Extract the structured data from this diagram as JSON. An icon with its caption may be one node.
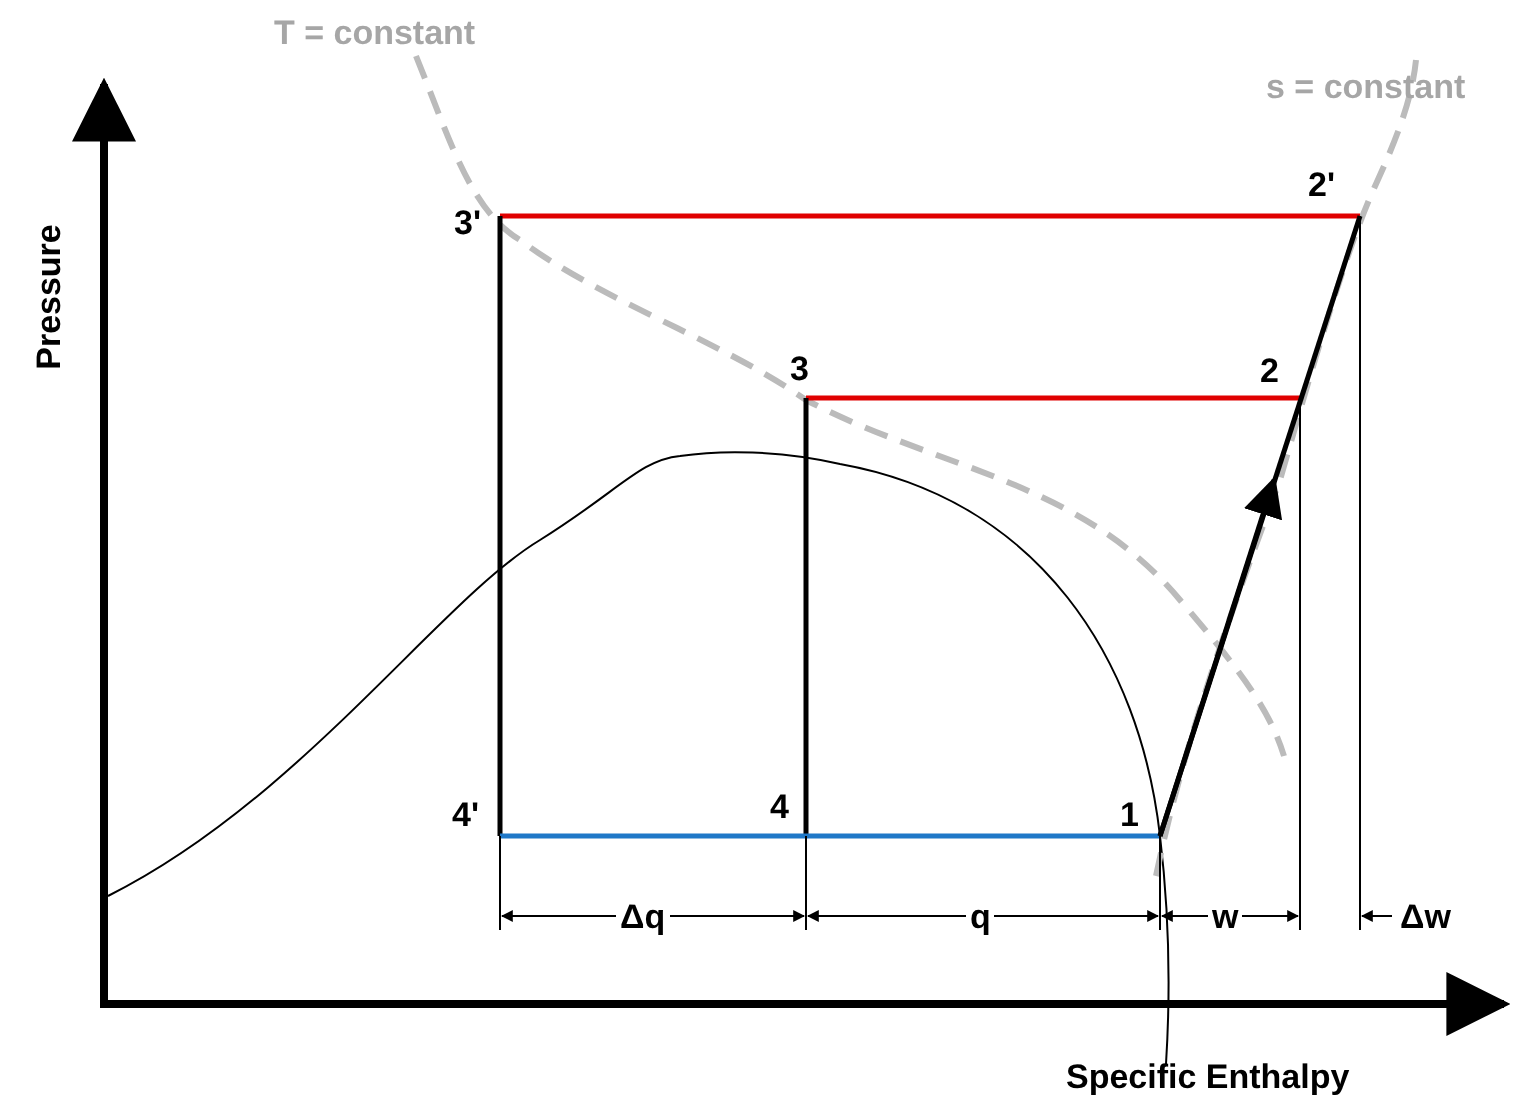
{
  "diagram": {
    "labels": [
      "T = constant",
      "s = constant",
      "3'",
      "2'",
      "Pressure",
      "3",
      "2",
      "4'",
      "4",
      "1",
      "Δq",
      "q",
      "w",
      "Δw",
      "Specific Enthalpy"
    ]
  }
}
